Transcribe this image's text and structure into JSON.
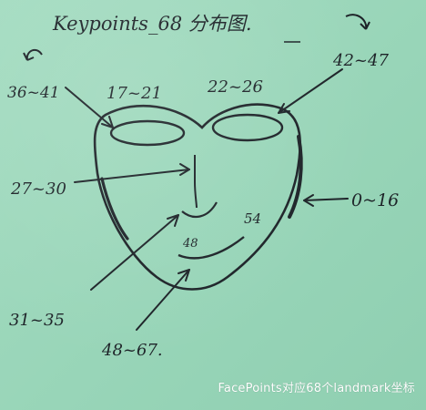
{
  "title": "Keypoints_68 分布图.",
  "regions": [
    {
      "id": "left-eye",
      "label": "36~41"
    },
    {
      "id": "left-brow",
      "label": "17~21"
    },
    {
      "id": "right-brow",
      "label": "22~26"
    },
    {
      "id": "right-eye",
      "label": "42~47"
    },
    {
      "id": "nose-bridge",
      "label": "27~30"
    },
    {
      "id": "jaw",
      "label": "0~16"
    },
    {
      "id": "nose-base",
      "label": "31~35"
    },
    {
      "id": "mouth",
      "label": "48~67."
    }
  ],
  "points": {
    "mouth_left": "48",
    "mouth_right": "54"
  },
  "caption": "FacePoints对应68个landmark坐标",
  "colors": {
    "paper": "#9ed9be",
    "ink": "#1d2328",
    "caption": "#ffffff"
  }
}
